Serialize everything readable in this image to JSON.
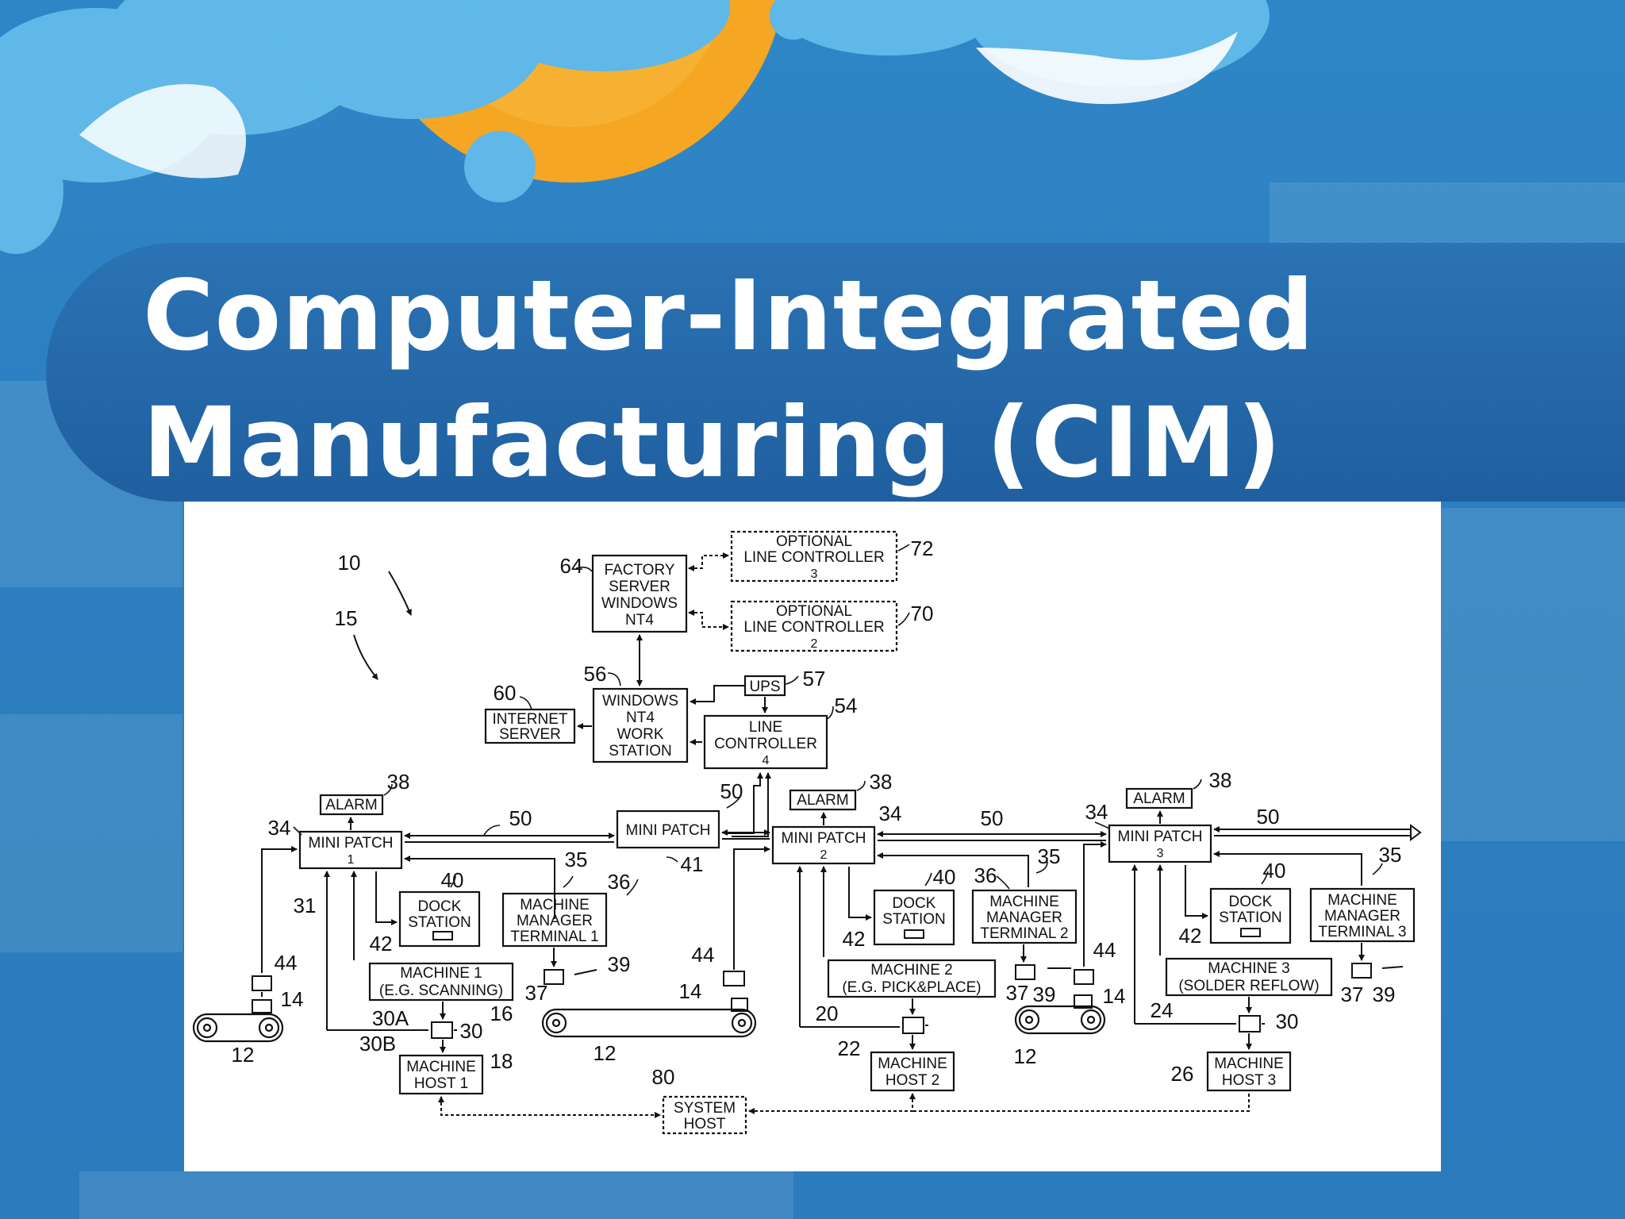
{
  "slide": {
    "title_line1": "Computer-Integrated",
    "title_line2": "Manufacturing (CIM)"
  },
  "diagram": {
    "boxes": {
      "factory_server": [
        "FACTORY",
        "SERVER",
        "WINDOWS",
        "NT4"
      ],
      "opt_lc3": [
        "OPTIONAL",
        "LINE CONTROLLER",
        "3"
      ],
      "opt_lc2": [
        "OPTIONAL",
        "LINE CONTROLLER",
        "2"
      ],
      "ups": "UPS",
      "internet_server": [
        "INTERNET",
        "SERVER"
      ],
      "workstation": [
        "WINDOWS",
        "NT4",
        "WORK",
        "STATION"
      ],
      "line_controller": [
        "LINE",
        "CONTROLLER",
        "4"
      ],
      "alarm": "ALARM",
      "mini_patch_1": [
        "MINI PATCH",
        "1"
      ],
      "mini_patch_center": "MINI PATCH",
      "mini_patch_2": [
        "MINI PATCH",
        "2"
      ],
      "mini_patch_3": [
        "MINI PATCH",
        "3"
      ],
      "dock_station": [
        "DOCK",
        "STATION"
      ],
      "mmt1": [
        "MACHINE",
        "MANAGER",
        "TERMINAL 1"
      ],
      "mmt2": [
        "MACHINE",
        "MANAGER",
        "TERMINAL 2"
      ],
      "mmt3": [
        "MACHINE",
        "MANAGER",
        "TERMINAL 3"
      ],
      "machine1": [
        "MACHINE 1",
        "(E.G. SCANNING)"
      ],
      "machine2": [
        "MACHINE 2",
        "(E.G. PICK&PLACE)"
      ],
      "machine3": [
        "MACHINE 3",
        "(SOLDER REFLOW)"
      ],
      "host1": [
        "MACHINE",
        "HOST 1"
      ],
      "host2": [
        "MACHINE",
        "HOST 2"
      ],
      "host3": [
        "MACHINE",
        "HOST 3"
      ],
      "system_host": [
        "SYSTEM",
        "HOST"
      ]
    },
    "labels": {
      "l10": "10",
      "l15": "15",
      "l64": "64",
      "l72": "72",
      "l70": "70",
      "l56": "56",
      "l57": "57",
      "l60": "60",
      "l54": "54",
      "l38": "38",
      "l34": "34",
      "l50": "50",
      "l41": "41",
      "l35": "35",
      "l36": "36",
      "l40": "40",
      "l42": "42",
      "l31": "31",
      "l44": "44",
      "l14": "14",
      "l12": "12",
      "l30A": "30A",
      "l30B": "30B",
      "l30": "30",
      "l16": "16",
      "l18": "18",
      "l37": "37",
      "l39": "39",
      "l80": "80",
      "l20": "20",
      "l22": "22",
      "l24": "24",
      "l26": "26"
    }
  }
}
